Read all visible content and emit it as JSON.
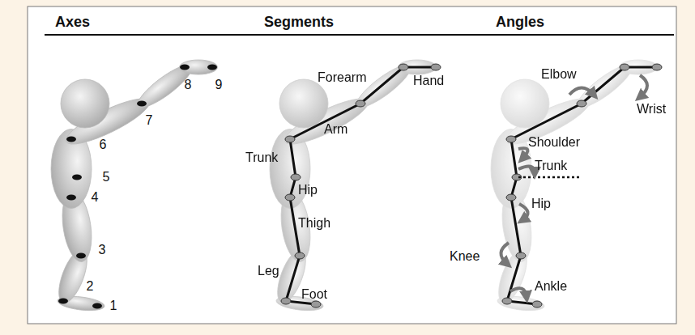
{
  "diagram": {
    "labels": [
      "Axes",
      "Segments",
      "Angles",
      "8",
      "9",
      "7",
      "6",
      "5",
      "4",
      "3",
      "2",
      "1",
      "Forearm",
      "Hand",
      "Arm",
      "Trunk",
      "Hip",
      "Thigh",
      "Leg",
      "Foot",
      "Elbow",
      "Wrist",
      "Shoulder",
      "Trunk",
      "Hip",
      "Knee",
      "Ankle"
    ]
  }
}
